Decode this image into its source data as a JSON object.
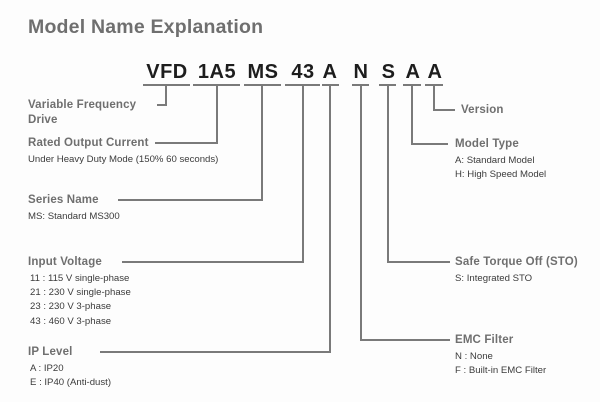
{
  "title": "Model Name Explanation",
  "model_code": {
    "segments": [
      {
        "text": "VFD",
        "name": "code-segment-vfd"
      },
      {
        "text": "1A5",
        "name": "code-segment-1a5"
      },
      {
        "text": "MS",
        "name": "code-segment-ms"
      },
      {
        "text": "43",
        "name": "code-segment-43"
      },
      {
        "text": "A",
        "name": "code-segment-ip"
      },
      {
        "text": "N",
        "name": "code-segment-emc"
      },
      {
        "text": "S",
        "name": "code-segment-sto"
      },
      {
        "text": "A",
        "name": "code-segment-model-type"
      },
      {
        "text": "A",
        "name": "code-segment-version"
      }
    ]
  },
  "left_labels": {
    "variable_frequency_drive": {
      "line1": "Variable Frequency",
      "line2": "Drive"
    },
    "rated_output_current": {
      "label": "Rated Output Current",
      "note": "Under Heavy Duty Mode (150% 60 seconds)"
    },
    "series_name": {
      "label": "Series Name",
      "options": [
        "MS: Standard MS300"
      ]
    },
    "input_voltage": {
      "label": "Input Voltage",
      "options": [
        "11 : 115 V single-phase",
        "21 : 230 V single-phase",
        "23 : 230 V 3-phase",
        "43 : 460 V 3-phase"
      ]
    },
    "ip_level": {
      "label": "IP Level",
      "options": [
        "A : IP20",
        "E : IP40 (Anti-dust)"
      ]
    }
  },
  "right_labels": {
    "version": {
      "label": "Version"
    },
    "model_type": {
      "label": "Model Type",
      "options": [
        "A: Standard Model",
        "H: High Speed Model"
      ]
    },
    "safe_torque_off": {
      "label": "Safe Torque Off (STO)",
      "options": [
        "S: Integrated STO"
      ]
    },
    "emc_filter": {
      "label": "EMC Filter",
      "options": [
        "N : None",
        "F : Built-in EMC Filter"
      ]
    }
  },
  "colors": {
    "background": "#fdfdfd",
    "title": "#6f6f6f",
    "label": "#6f6f6f",
    "code": "#1d1d1d",
    "sub_text": "#3b3b3b",
    "wire": "#7a7a7a"
  }
}
